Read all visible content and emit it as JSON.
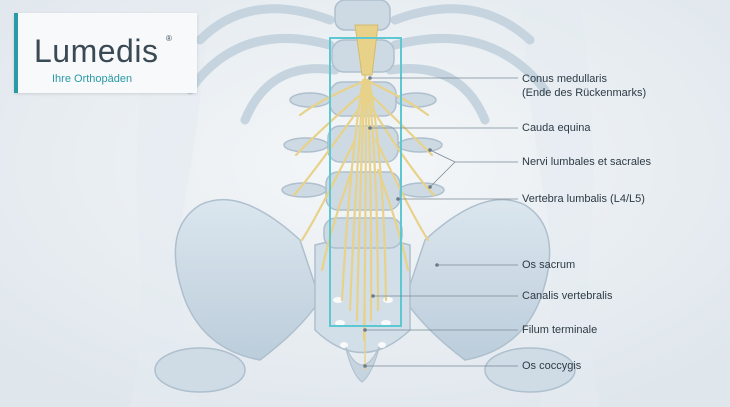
{
  "logo": {
    "name": "Lumedis",
    "registered_mark": "®",
    "tagline": "Ihre Orthopäden"
  },
  "labels": {
    "conus_line1": "Conus medullaris",
    "conus_line2": "(Ende des Rückenmarks)",
    "cauda": "Cauda equina",
    "nervi": "Nervi lumbales et sacrales",
    "vertebra": "Vertebra lumbalis (L4/L5)",
    "sacrum": "Os sacrum",
    "canalis": "Canalis vertebralis",
    "filum": "Filum terminale",
    "coccygis": "Os coccygis"
  },
  "colors": {
    "accent": "#2a9aa6",
    "bone": "#c9d8e3",
    "nerve": "#e8d28a",
    "leader": "#7a8a96"
  }
}
